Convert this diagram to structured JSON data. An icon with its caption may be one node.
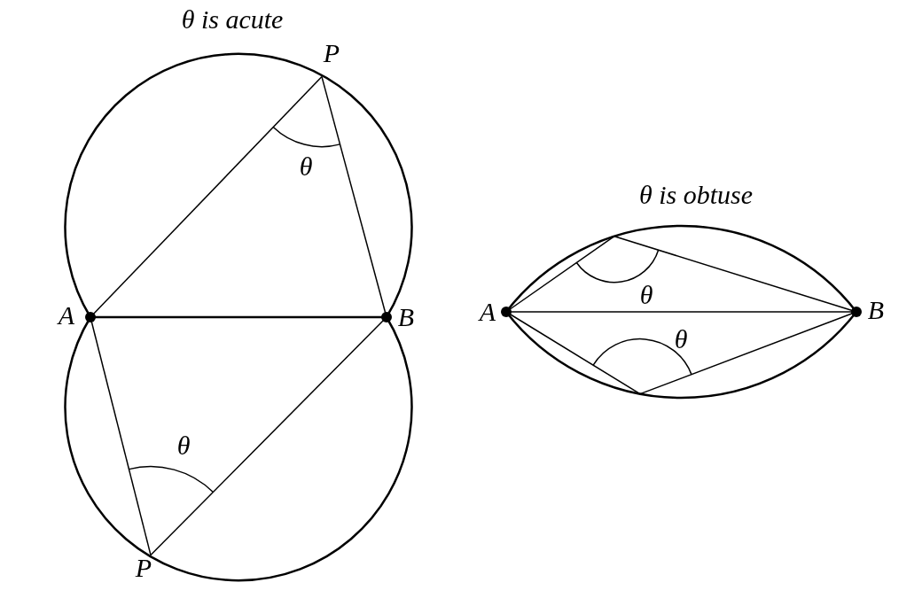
{
  "diagram": {
    "labels": [
      "θ is acute",
      "P",
      "θ",
      "θ is obtuse",
      "θ",
      "A",
      "B",
      "A",
      "B",
      "θ",
      "θ",
      "P"
    ]
  }
}
